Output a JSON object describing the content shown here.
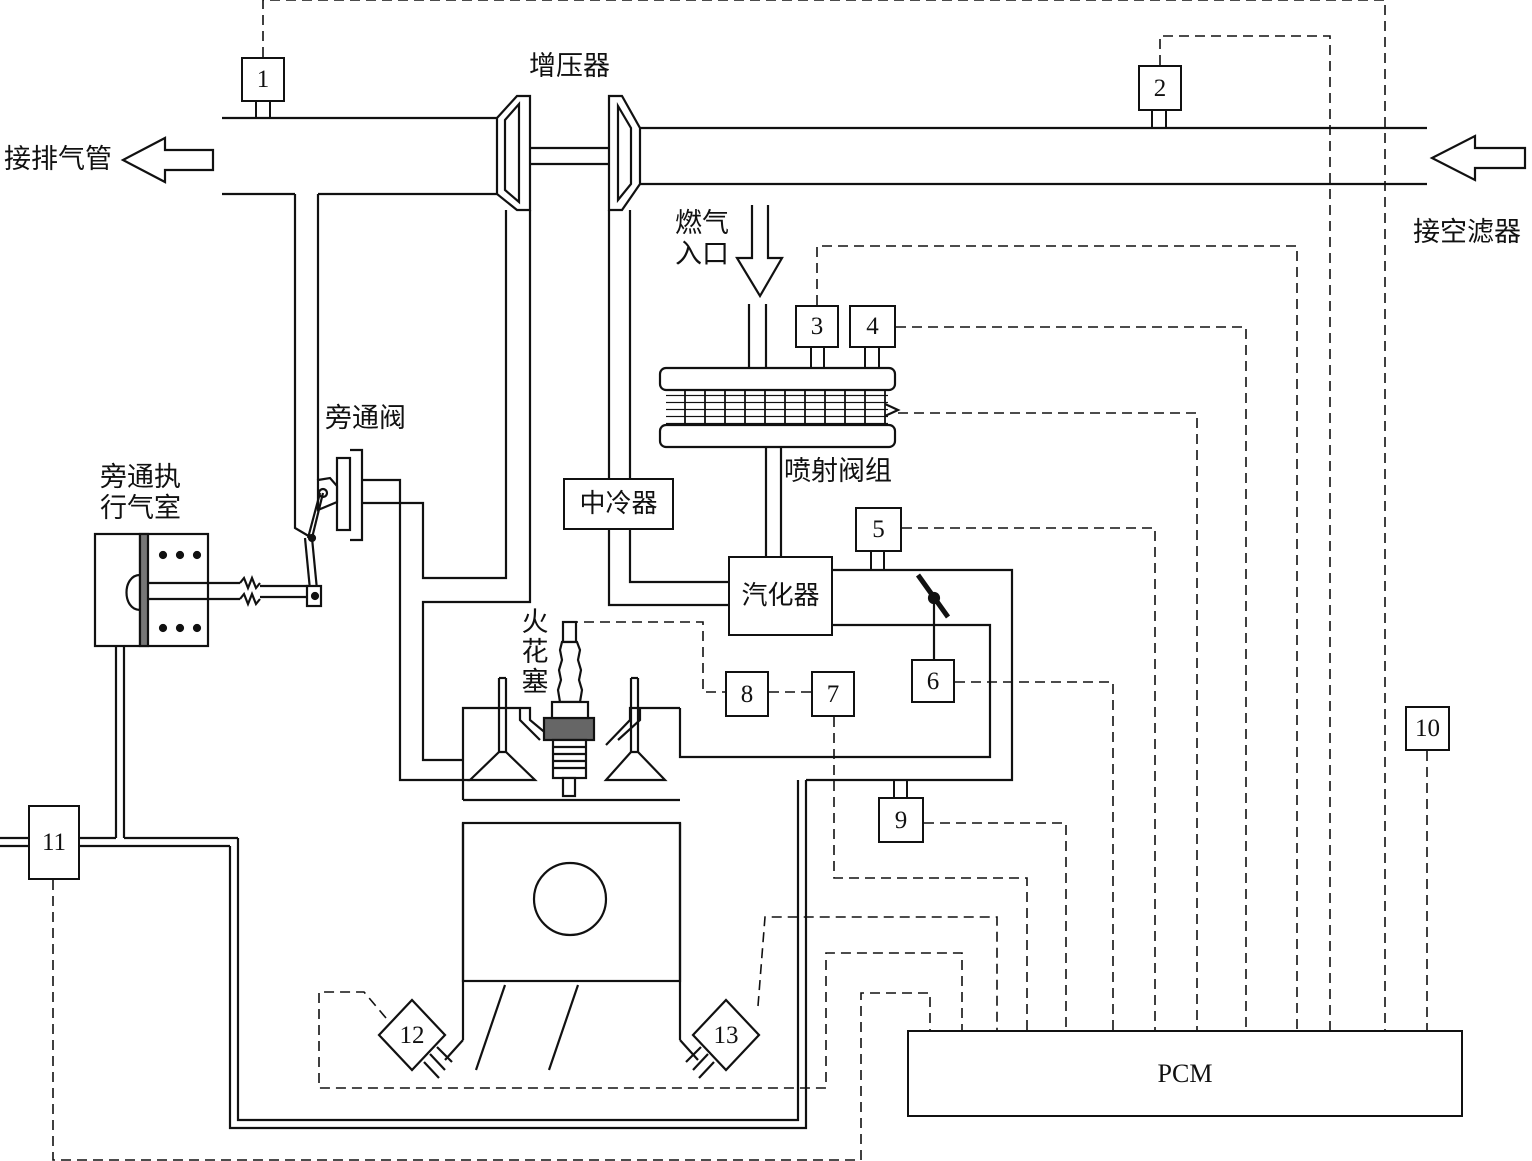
{
  "labels": {
    "turbocharger": "增压器",
    "to_exhaust": "接排气管",
    "to_air_filter": "接空滤器",
    "gas_inlet": "燃气\n入口",
    "bypass_valve": "旁通阀",
    "bypass_actuator": "旁通执\n行气室",
    "intercooler": "中冷器",
    "injector_group": "喷射阀组",
    "carburetor": "汽化器",
    "spark_plug": "火花塞",
    "pcm": "PCM"
  },
  "sensors": [
    "1",
    "2",
    "3",
    "4",
    "5",
    "6",
    "7",
    "8",
    "9",
    "10",
    "11",
    "12",
    "13"
  ]
}
